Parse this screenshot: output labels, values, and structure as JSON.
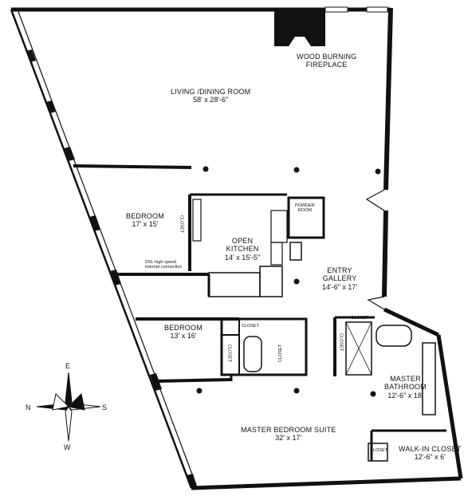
{
  "rooms": {
    "living": {
      "name": "LIVING /DINING ROOM",
      "dims": "58' x 28'-6\""
    },
    "fireplace": {
      "line1": "WOOD BURNING",
      "line2": "FIREPLACE"
    },
    "bedroom1": {
      "name": "BEDROOM",
      "dims": "17' x 15'"
    },
    "kitchen": {
      "line1": "OPEN",
      "line2": "KITCHEN",
      "dims": "14' x 15'-5\""
    },
    "powder": {
      "line1": "POWDER",
      "line2": "ROOM"
    },
    "dsl": {
      "line1": "DSL high speed",
      "line2": "internet connection"
    },
    "entry": {
      "line1": "ENTRY",
      "line2": "GALLERY",
      "dims": "14'-6\" x 17'"
    },
    "bedroom2": {
      "name": "BEDROOM",
      "dims": "13' x 16'"
    },
    "master_bath": {
      "line1": "MASTER",
      "line2": "BATHROOM",
      "dims": "12'-6\" x 18'"
    },
    "master_suite": {
      "name": "MASTER BEDROOM SUITE",
      "dims": "32' x 17'"
    },
    "walkin": {
      "name": "WALK-IN CLOSET",
      "dims": "12'-6\" x 6'"
    }
  },
  "closets": {
    "closet_label": "CLOSET",
    "kitchen_closet": "CLOSET",
    "bed2_closet_top": "CLOSET",
    "bed2_closet_side": "CLOSET",
    "bath_closet": "CLOSET",
    "bath_closet_small": "CLOSET",
    "walkin_closet": "CLOSET"
  },
  "compass": {
    "n": "N",
    "s": "S",
    "e": "E",
    "w": "W"
  },
  "colors": {
    "ink": "#111111",
    "paper": "#ffffff"
  }
}
